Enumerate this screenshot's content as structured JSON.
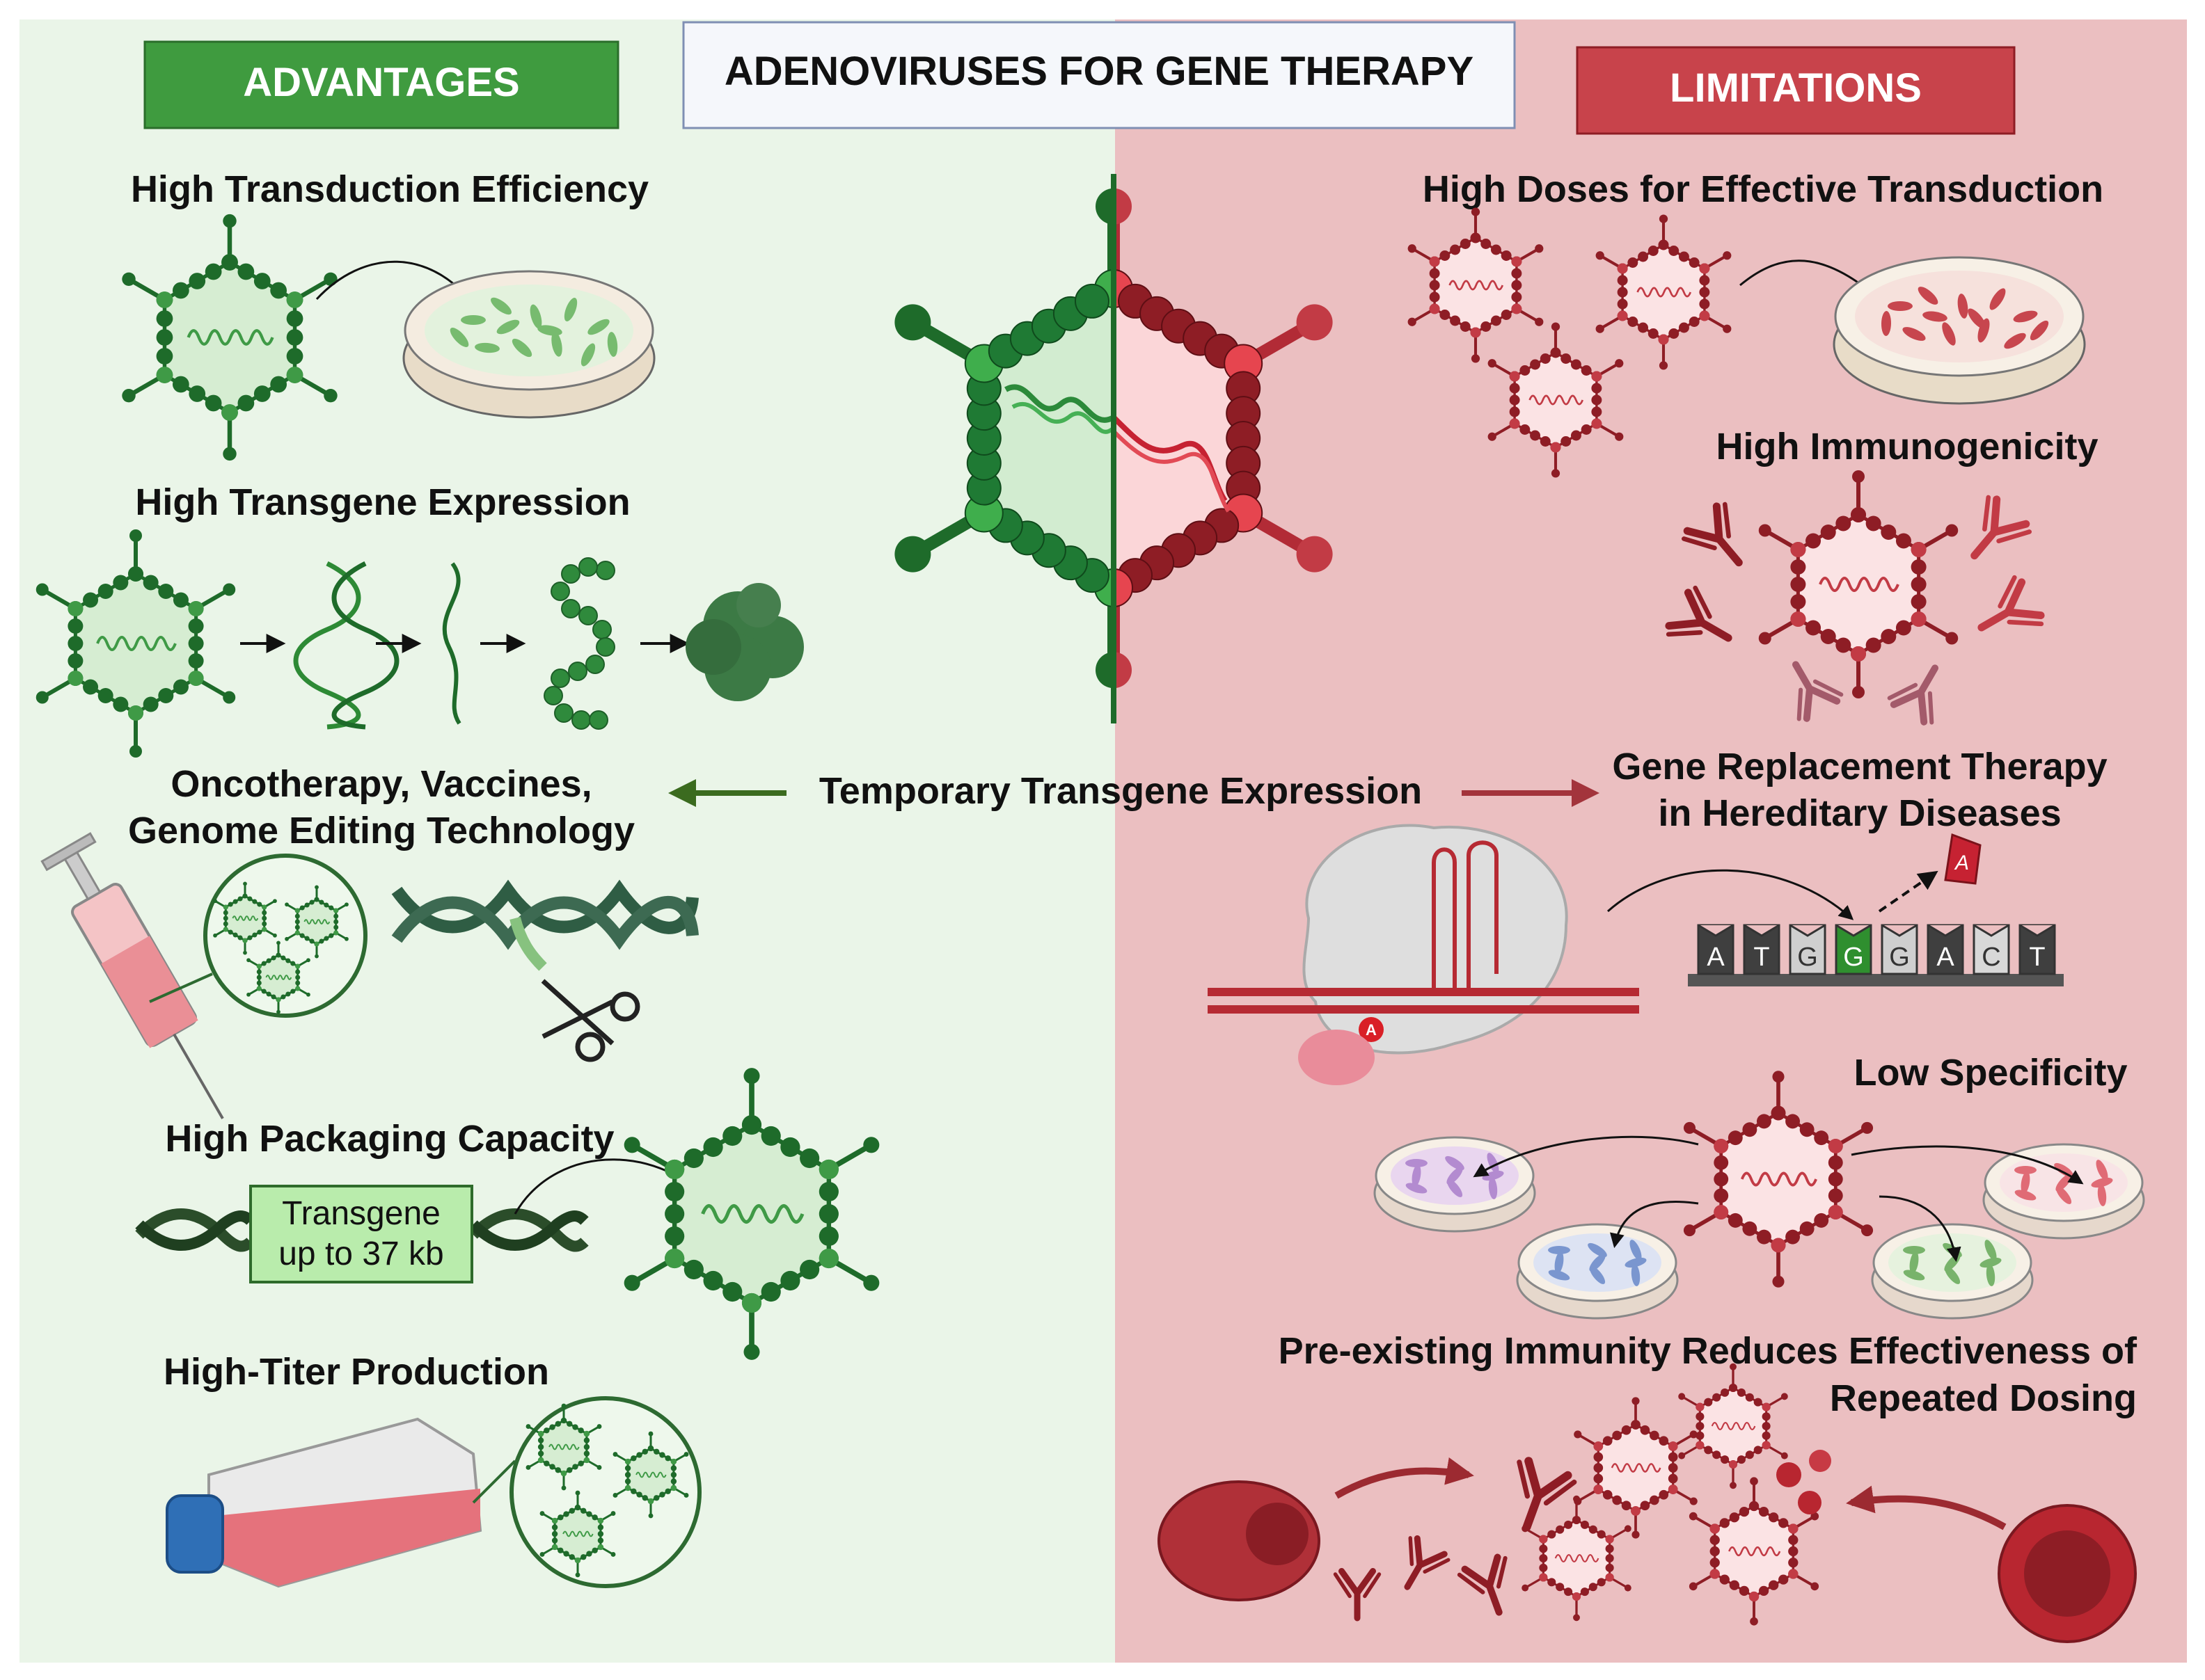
{
  "title": "ADENOVIRUSES FOR GENE THERAPY",
  "colors": {
    "left_bg": "#eaf5e8",
    "right_bg": "#ebbfc1",
    "advantages_badge": "#3f9b3f",
    "limitations_badge": "#c8434b",
    "green_dark": "#1e6b2a",
    "green_mid": "#3f9a46",
    "red_dark": "#8e1d25",
    "red_mid": "#c23b45"
  },
  "advantages": {
    "header": "ADVANTAGES",
    "items": {
      "transduction": "High Transduction Efficiency",
      "expression": "High Transgene Expression",
      "oncotherapy_line1": "Oncotherapy, Vaccines,",
      "oncotherapy_line2": "Genome Editing Technology",
      "packaging": "High Packaging Capacity",
      "titer": "High-Titer Production"
    },
    "transgene_box_line1": "Transgene",
    "transgene_box_line2": "up to 37 kb"
  },
  "limitations": {
    "header": "LIMITATIONS",
    "items": {
      "doses": "High Doses for Effective Transduction",
      "immunogenicity": "High Immunogenicity",
      "replacement_line1": "Gene Replacement Therapy",
      "replacement_line2": "in Hereditary Diseases",
      "specificity": "Low Specificity",
      "preexisting_line1": "Pre-existing Immunity Reduces Effectiveness of",
      "preexisting_line2": "Repeated Dosing"
    },
    "sequence": [
      "A",
      "T",
      "G",
      "G",
      "G",
      "A",
      "C",
      "T"
    ],
    "edited_base": "A",
    "rna_marker": "A"
  },
  "center": {
    "temporary_expression": "Temporary Transgene Expression"
  },
  "icons": [
    "adenovirus-icon",
    "petri-dish-icon",
    "dna-helix-icon",
    "mrna-icon",
    "protein-icon",
    "syringe-icon",
    "scissors-icon",
    "culture-flask-icon",
    "antibody-icon",
    "cas-complex-icon",
    "plasma-cell-icon",
    "b-cell-icon"
  ]
}
